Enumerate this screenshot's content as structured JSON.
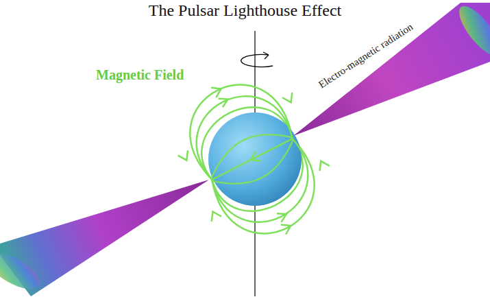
{
  "diagram": {
    "title": "The Pulsar Lighthouse Effect",
    "labels": [
      "Magnetic Field",
      "Electro-magnetic radiation"
    ]
  }
}
